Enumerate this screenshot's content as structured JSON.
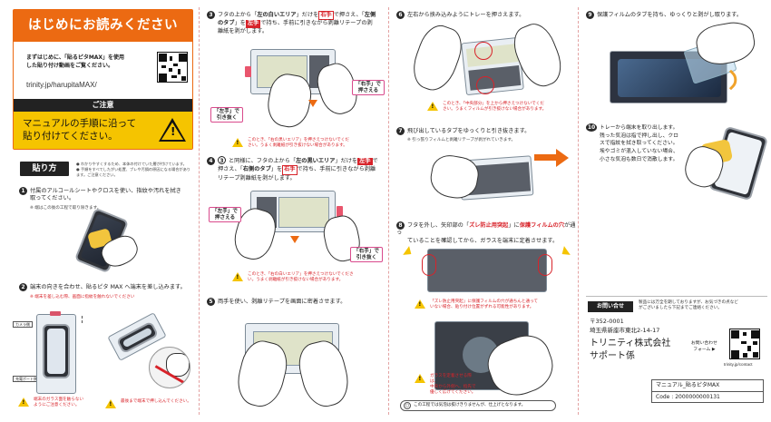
{
  "header": {
    "title": "はじめにお読みください",
    "intro_line1": "まずはじめに、「貼るピタMAX」を使用",
    "intro_line2": "した貼り付け動画をご覧ください。",
    "url": "trinity.jp/harupitaMAX/"
  },
  "caution": {
    "title": "ご注意",
    "text_line1": "マニュアルの手順に沿って",
    "text_line2": "貼り付けてください。"
  },
  "howto": {
    "title": "貼り方",
    "bullet1": "● わかりやすくするため、本体の付けていた層が付けています。",
    "bullet2": "● 手順をすべてしたがい処置、ブレや汚損の原因になる場合があります。ご注意ください。"
  },
  "steps": {
    "s1": {
      "num": "1",
      "text_line1": "付属のアルコールシートやクロスを使い、指紋や汚れを拭き",
      "text_line2": "取ってください。",
      "note": "※ 端はこの後の工程で取り除きます。"
    },
    "s2": {
      "num": "2",
      "text_line1": "端末の向きを合わせ、貼るピタ MAX へ端末を差し込みます。",
      "note": "※ 端末を差し込む際、画面に指紋を触れないでください",
      "label_camera": "カメラ側",
      "label_home": "充電ポート側",
      "warn1_line1": "端末のガラス面を触らない",
      "warn1_line2": "ようにご注意ください。",
      "warn2": "最後まで端末で押し込んでください。"
    },
    "s3": {
      "num": "3",
      "text_a": "フタの上から「",
      "text_b": "左の白いエリア",
      "text_c": "」だけを",
      "text_d": "右手",
      "text_e": "で押さえ、「",
      "text_f": "左側",
      "text_line2a": "のタブ",
      "text_line2b": "」を",
      "text_line2c": "左手",
      "text_line2d": "で持ち、手前に引きながら剥離リテープの剥",
      "text_line3": "離紙を剥がします。",
      "tag_right_l1": "「右手」で",
      "tag_right_l2": "押さえる",
      "tag_left_l1": "「左手」で",
      "tag_left_l2": "引き抜く",
      "warn_line1": "このとき、「右の黒いエリア」を押さえつけないでくだ",
      "warn_line2": "さい。うまく剥離紙が引き抜けない場合があります。"
    },
    "s4": {
      "num": "4",
      "text_line1a": "と同様に、フタの上から「",
      "text_line1b": "左の黒いエリア",
      "text_line1c": "」だけを",
      "text_line1d": "左手",
      "text_line1e": "で",
      "text_line2a": "押さえ、「",
      "text_line2b": "右側のタブ",
      "text_line2c": "」を",
      "text_line2d": "右手",
      "text_line2e": "で持ち、手前に引きながら剥離",
      "text_line3": "リテープ剥離紙を剥がします。",
      "ref": "3",
      "tag_press_l1": "「左手」で",
      "tag_press_l2": "押さえる",
      "tag_pull_l1": "「右手」で",
      "tag_pull_l2": "引き抜く",
      "warn_line1": "このとき、「右の白いエリア」を押さえつけないでくださ",
      "warn_line2": "い。うまく剥離紙が引き抜けない場合があります。"
    },
    "s5": {
      "num": "5",
      "text": "両手を使い、剥離リテープを画面に密着させます。"
    },
    "s6": {
      "num": "6",
      "text": "左右から挟み込みようにトレーを押さえます。",
      "warn_line1": "このとき、「中央部分」を上から押さえつけないでくだ",
      "warn_line2": "さい。うまくフィルムが引き抜けない場合があります。"
    },
    "s7": {
      "num": "7",
      "text": "飛び出しているタブをゆっくりと引き抜きます。",
      "note": "※ 引っ張りフィルムと剥離リテープが剥がれていきます。"
    },
    "s8": {
      "num": "8",
      "text_line1a": "フタを外し、矢印部の「",
      "text_line1b": "ズレ防止用突起",
      "text_line1c": "」に",
      "text_line1d": "保護フィルムの穴",
      "text_line1e": "が通っ",
      "text_line2": "ていることを確認してから、ガラスを端末に定着させます。",
      "warn_line1": "「ズレ防止用突起」に保護フィルムの穴が通ちんと通って",
      "warn_line2": "いない場合、貼り付け位置がずれる可能性があります。",
      "warn2_line1": "ガラスを定着させる際は、",
      "warn2_line2": "中央から外側へ、指先で",
      "warn2_line3": "優しく広げてください。",
      "bottom_note": "この工程では気泡は抜けきりませんが、仕上げとなります。"
    },
    "s9": {
      "num": "9",
      "text": "保護フィルムのタブを持ち、ゆっくりと剥がし取ります。"
    },
    "s10": {
      "num": "10",
      "text_line1": "トレーから端末を取り出します。",
      "text_line2": "残った気泡は指で押し出し、クロ",
      "text_line3": "スで指紋を拭き取ってください。",
      "text_line4": "埃やゴミが混入していない場合、",
      "text_line5": "小さな気泡も数日で消散します。"
    }
  },
  "contact": {
    "title": "お問い合せ",
    "desc_line1": "製品には万全を期しておりますが、お気づきの点など",
    "desc_line2": "がございましたら下記までご連絡ください。",
    "postal": "〒352-0001",
    "address": "埼玉県新座市東北2-14-17",
    "company": "トリニティ株式会社",
    "dept": "サポート係",
    "form_label_line1": "お問い合わせ",
    "form_label_line2": "フォーム ▶",
    "contact_url": "trinity.jp/contact",
    "manual_name": "マニュアル_貼るピタMAX",
    "code": "Code : 2000000000131"
  },
  "colors": {
    "orange": "#ec6a12",
    "red": "#d8232a",
    "dark": "#2a2a2a",
    "yellow": "#f5c400",
    "pink": "#d94a8c"
  }
}
